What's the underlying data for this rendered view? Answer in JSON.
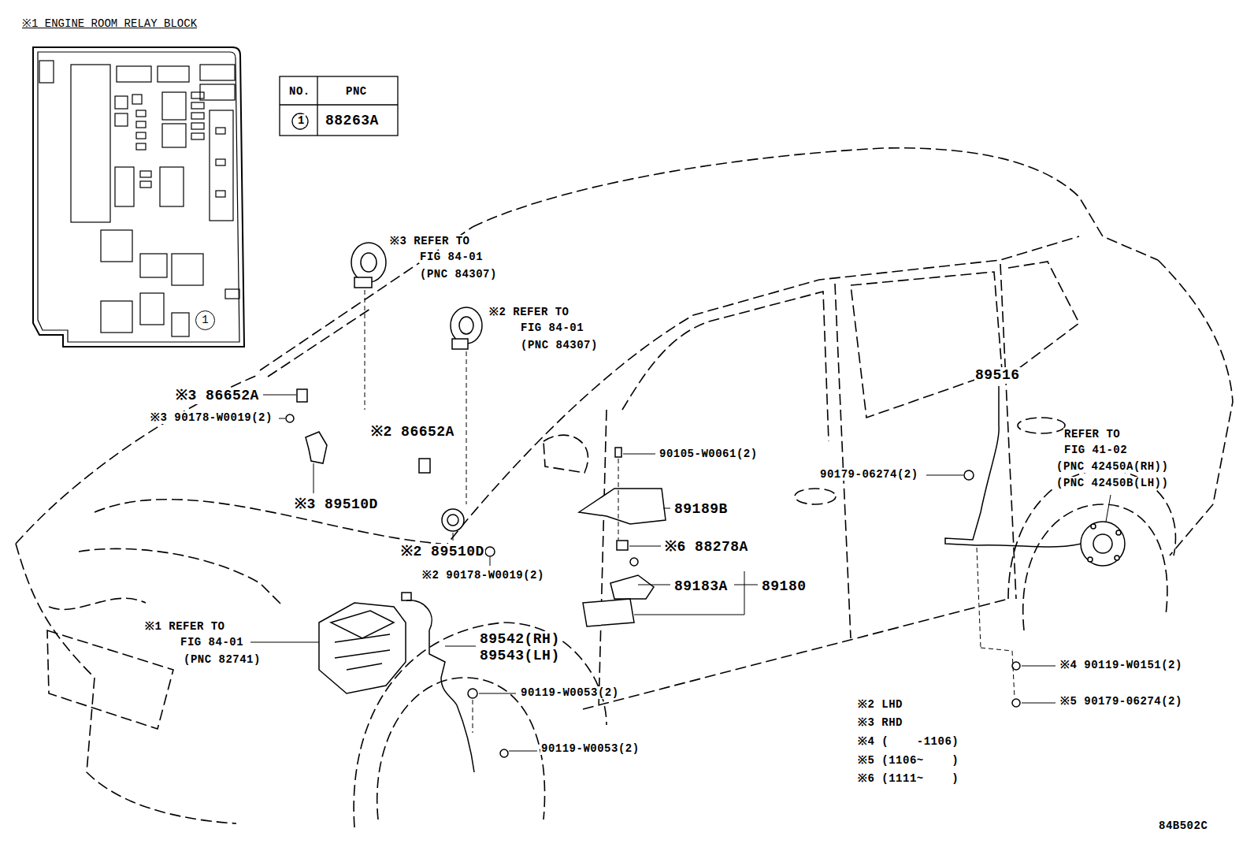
{
  "diagram": {
    "nodes": [
      {
        "text": [
          "※1 ENGINE ROOM RELAY BLOCK"
        ]
      },
      {
        "text": [
          "1"
        ],
        "in": 0
      }
    ],
    "labels": [
      "NO.",
      "PNC",
      "1",
      "88263A",
      "※3 REFER TO",
      "FIG 84-01",
      "(PNC 84307)",
      "※2 REFER TO",
      "FIG 84-01",
      "(PNC 84307)",
      "※3 86652A",
      "※3 90178-W0019(2)",
      "※2 86652A",
      "※3 89510D",
      "※2 89510D",
      "※2 90178-W0019(2)",
      "※1 REFER TO",
      "FIG 84-01",
      "(PNC 82741)",
      "89542(RH)",
      "89543(LH)",
      "90119-W0053(2)",
      "90119-W0053(2)",
      "90105-W0061(2)",
      "89189B",
      "※6 88278A",
      "89183A",
      "89180",
      "90179-06274(2)",
      "89516",
      "REFER TO",
      "FIG 41-02",
      "(PNC 42450A(RH))",
      "(PNC 42450B(LH))",
      "※4 90119-W0151(2)",
      "※5 90179-06274(2)",
      "※2 LHD",
      "※3 RHD",
      "※4 (    -1106)",
      "※5 (1106~    )",
      "※6 (1111~    )",
      "84B502C"
    ]
  }
}
